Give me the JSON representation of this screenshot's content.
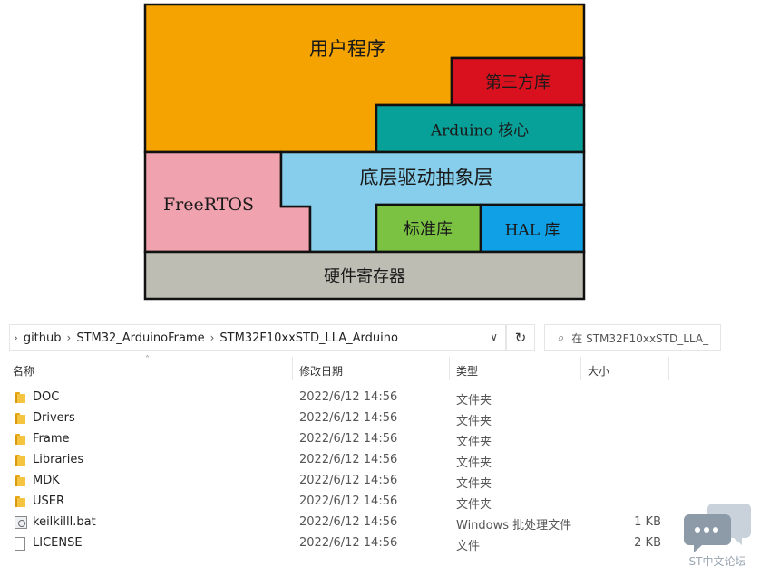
{
  "diagram": {
    "blocks": [
      {
        "id": "user",
        "label": "用户程序",
        "color": "#F4A300"
      },
      {
        "id": "third",
        "label": "第三方库",
        "color": "#D9111E"
      },
      {
        "id": "arduino",
        "label": "Arduino 核心",
        "color": "#08A199"
      },
      {
        "id": "freertos",
        "label": "FreeRTOS",
        "color": "#F0A2AE"
      },
      {
        "id": "abstraction",
        "label": "底层驱动抽象层",
        "color": "#86CEEB"
      },
      {
        "id": "stdlib",
        "label": "标准库",
        "color": "#7BC142"
      },
      {
        "id": "hal",
        "label": "HAL 库",
        "color": "#0FA0E6"
      },
      {
        "id": "hw",
        "label": "硬件寄存器",
        "color": "#BDBDB3"
      }
    ]
  },
  "explorer": {
    "breadcrumb": [
      "github",
      "STM32_ArduinoFrame",
      "STM32F10xxSTD_LLA_Arduino"
    ],
    "search_placeholder": "在 STM32F10xxSTD_LLA_",
    "columns": {
      "name": "名称",
      "date": "修改日期",
      "type": "类型",
      "size": "大小"
    },
    "rows": [
      {
        "icon": "folder-icon",
        "name": "DOC",
        "date": "2022/6/12 14:56",
        "type": "文件夹",
        "size": ""
      },
      {
        "icon": "folder-icon",
        "name": "Drivers",
        "date": "2022/6/12 14:56",
        "type": "文件夹",
        "size": ""
      },
      {
        "icon": "folder-icon",
        "name": "Frame",
        "date": "2022/6/12 14:56",
        "type": "文件夹",
        "size": ""
      },
      {
        "icon": "folder-icon",
        "name": "Libraries",
        "date": "2022/6/12 14:56",
        "type": "文件夹",
        "size": ""
      },
      {
        "icon": "folder-icon",
        "name": "MDK",
        "date": "2022/6/12 14:56",
        "type": "文件夹",
        "size": ""
      },
      {
        "icon": "folder-icon",
        "name": "USER",
        "date": "2022/6/12 14:56",
        "type": "文件夹",
        "size": ""
      },
      {
        "icon": "batch-file-icon",
        "name": "keilkilll.bat",
        "date": "2022/6/12 14:56",
        "type": "Windows 批处理文件",
        "size": "1 KB"
      },
      {
        "icon": "file-icon",
        "name": "LICENSE",
        "date": "2022/6/12 14:56",
        "type": "文件",
        "size": "2 KB"
      }
    ]
  },
  "watermark": {
    "text": "ST中文论坛",
    "color": "#9AA6B2"
  }
}
